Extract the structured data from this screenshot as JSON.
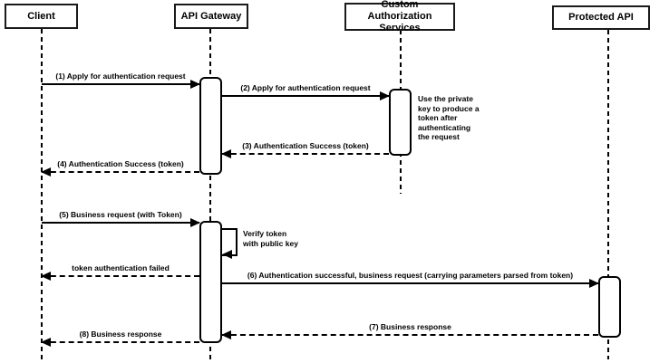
{
  "actors": [
    {
      "label": "Client"
    },
    {
      "label": "API Gateway"
    },
    {
      "label": "Custom Authorization Services"
    },
    {
      "label": "Protected API"
    }
  ],
  "messages": [
    {
      "label": "(1) Apply for authentication request",
      "from": "Client",
      "to": "API Gateway",
      "line": "solid"
    },
    {
      "label": "(2) Apply for authentication request",
      "from": "API Gateway",
      "to": "Custom Authorization Services",
      "line": "solid"
    },
    {
      "label": "(3) Authentication Success (token)",
      "from": "Custom Authorization Services",
      "to": "API Gateway",
      "line": "dashed"
    },
    {
      "label": "(4) Authentication Success (token)",
      "from": "API Gateway",
      "to": "Client",
      "line": "dashed"
    },
    {
      "label": "(5) Business request (with Token)",
      "from": "Client",
      "to": "API Gateway",
      "line": "solid"
    },
    {
      "label": "Verify token\nwith public key",
      "from": "API Gateway",
      "to": "API Gateway",
      "line": "self"
    },
    {
      "label": "token authentication failed",
      "from": "API Gateway",
      "to": "Client",
      "line": "dashed"
    },
    {
      "label": "(6) Authentication successful, business request (carrying parameters parsed from token)",
      "from": "API Gateway",
      "to": "Protected API",
      "line": "solid"
    },
    {
      "label": "(7) Business response",
      "from": "Protected API",
      "to": "API Gateway",
      "line": "dashed"
    },
    {
      "label": "(8) Business response",
      "from": "API Gateway",
      "to": "Client",
      "line": "dashed"
    }
  ],
  "notes": [
    {
      "label": "Use the private\nkey to produce a\ntoken after\nauthenticating\nthe request"
    }
  ],
  "colors": {
    "line": "#000000",
    "fill": "#ffffff",
    "text": "#000000"
  }
}
